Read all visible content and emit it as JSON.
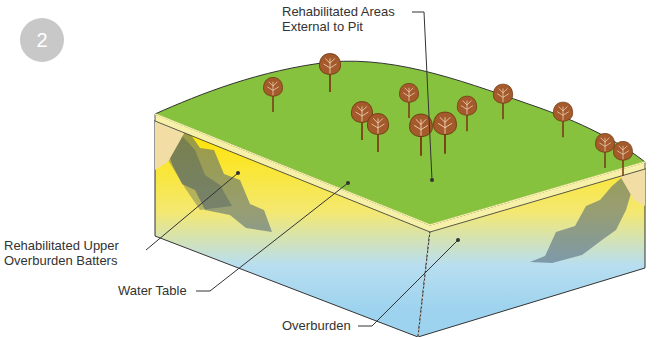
{
  "diagram": {
    "nodes": [
      {
        "text": [
          "2"
        ]
      }
    ],
    "labels": [
      "Rehabilitated Areas External to Pit",
      "Rehabilitated Upper Overburden Batters",
      "Water Table",
      "Overburden"
    ]
  }
}
